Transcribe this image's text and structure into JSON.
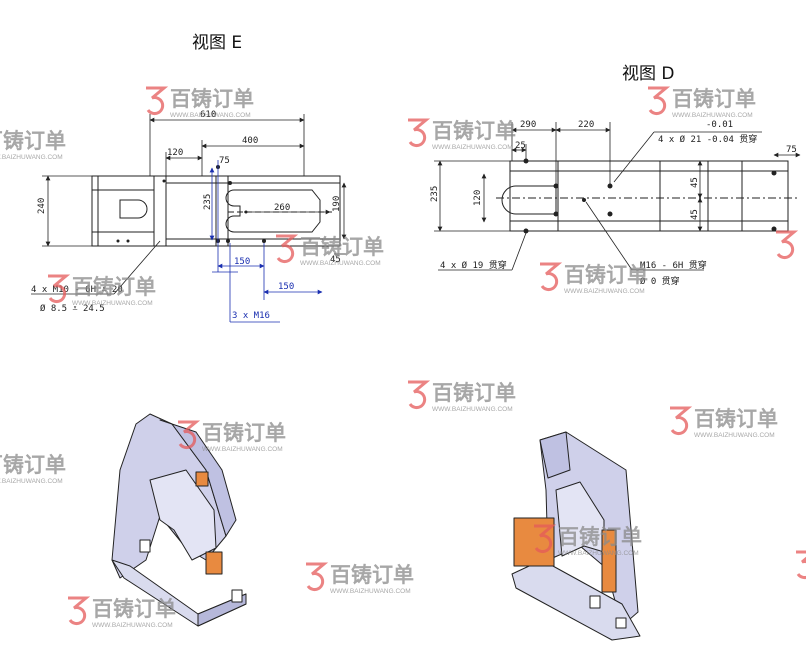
{
  "view_e": {
    "title": "视图 E",
    "dims": {
      "d610": "610",
      "d400": "400",
      "d120": "120",
      "d75": "75",
      "d240": "240",
      "d235": "235",
      "d260": "260",
      "d190": "190",
      "d45": "45",
      "d150a": "150",
      "d150b": "150"
    },
    "note_line1": "4 x  M10 - 6H ⩡ 20",
    "note_line2": "Ø  8.5 ⩡ 24.5",
    "blue_note": "3 x  M16"
  },
  "view_d": {
    "title": "视图 D",
    "dims": {
      "d290": "290",
      "d220": "220",
      "d25": "25",
      "d235": "235",
      "d120": "120",
      "d45a": "45",
      "d45b": "45",
      "d75": "75"
    },
    "tol_upper": "-0.01",
    "note_hole": "4 x  Ø  21  -0.04 贯穿",
    "note_bottom_left": "4 x  Ø  19  贯穿",
    "note_m16": "M16 - 6H 贯穿",
    "note_phi": "Ø 0  贯穿"
  },
  "watermark": {
    "brand": "百铸订单",
    "url": "WWW.BAIZHUWANG.COM",
    "logo_color": "#e55a5a"
  },
  "iso_views": {
    "panel_color": "#cfd0ea",
    "accent_color": "#e88a40",
    "left_icon": "c-frame-weldment-left",
    "right_icon": "c-frame-weldment-right"
  }
}
